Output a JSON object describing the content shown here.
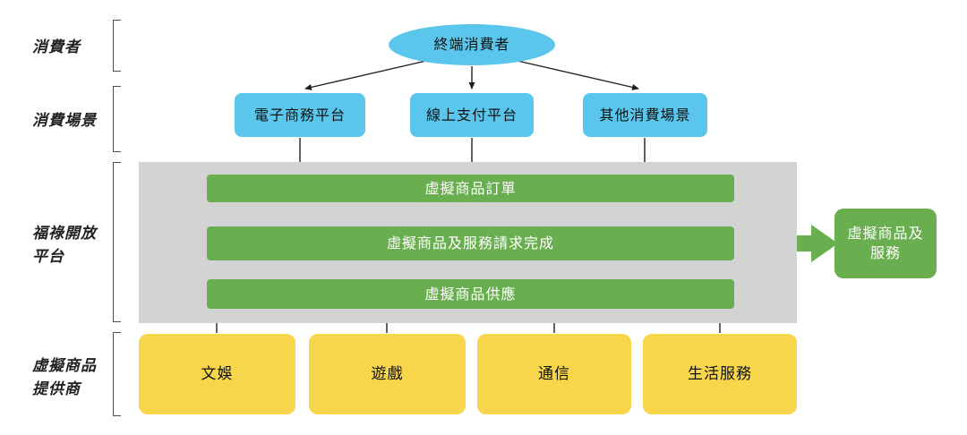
{
  "colors": {
    "blue": "#5bc6ec",
    "green": "#6aaf4f",
    "yellow": "#f7d64b",
    "gray": "#d3d3d3",
    "arrow": "#1f1f1f"
  },
  "side_labels": {
    "consumers": "消費者",
    "scenes": "消費場景",
    "platform_line1": "福祿開放",
    "platform_line2": "平台",
    "providers_line1": "虛擬商品",
    "providers_line2": "提供商"
  },
  "nodes": {
    "end_consumer": "終端消費者",
    "scenes": [
      {
        "label": "電子商務平台"
      },
      {
        "label": "線上支付平台"
      },
      {
        "label": "其他消費場景"
      }
    ],
    "platform_steps": [
      {
        "label": "虛擬商品訂單"
      },
      {
        "label": "虛擬商品及服務請求完成"
      },
      {
        "label": "虛擬商品供應"
      }
    ],
    "output_line1": "虛擬商品及",
    "output_line2": "服務",
    "providers": [
      {
        "label": "文娛"
      },
      {
        "label": "遊戲"
      },
      {
        "label": "通信"
      },
      {
        "label": "生活服務"
      }
    ]
  }
}
